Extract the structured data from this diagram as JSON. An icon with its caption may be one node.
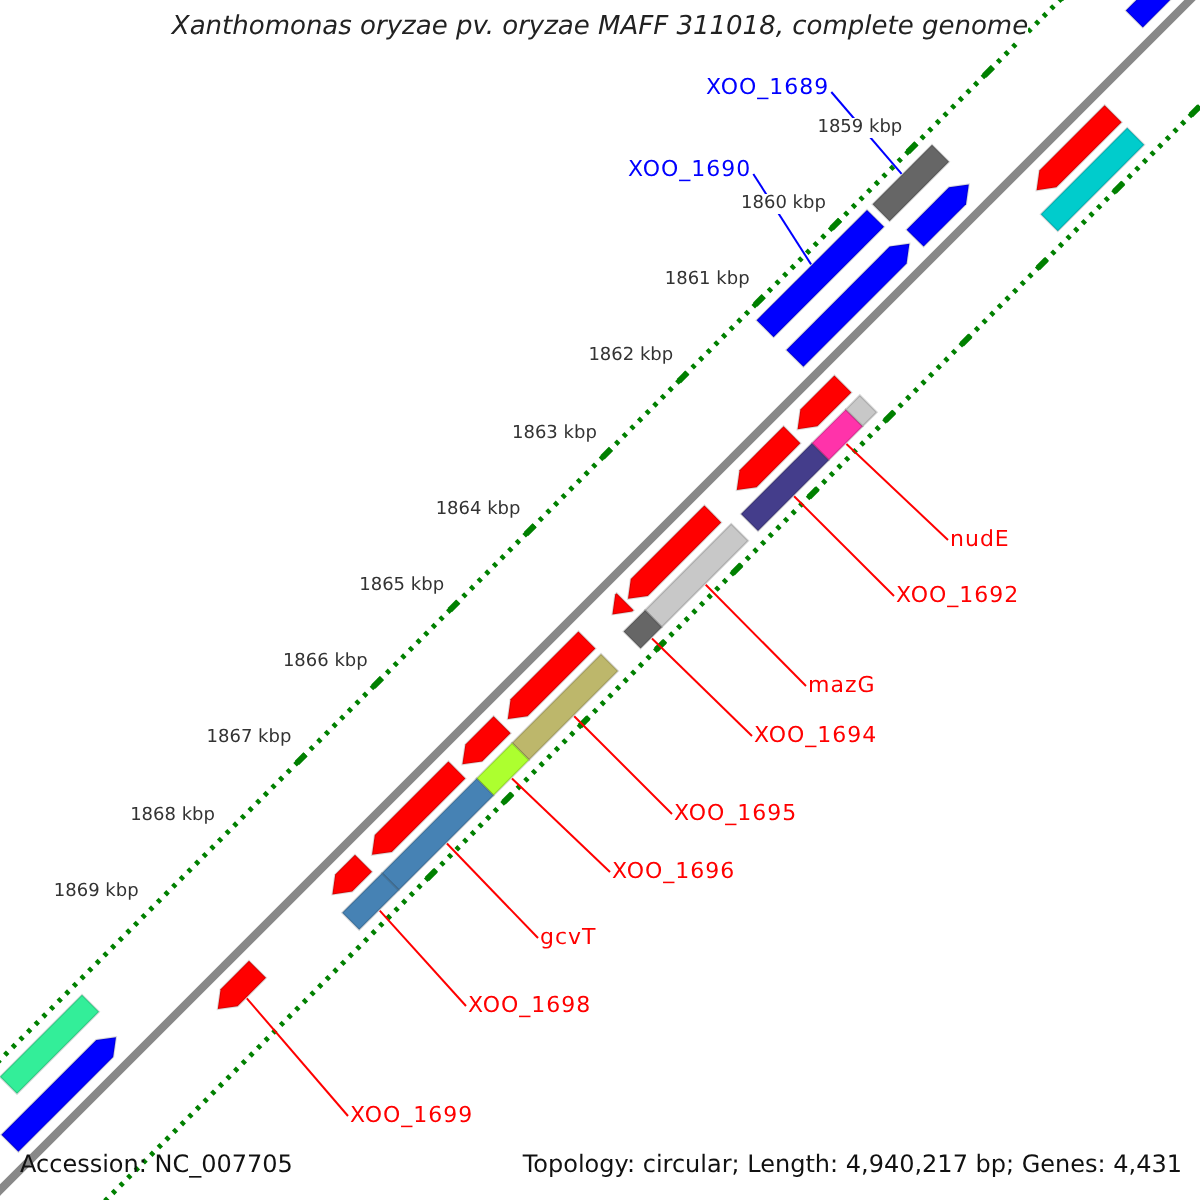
{
  "diagram": {
    "title": "Xanthomonas oryzae pv. oryzae MAFF 311018, complete genome",
    "nodes": [
      {
        "text": [
          "XOO_1689"
        ]
      },
      {
        "text": [],
        "shape": "bar"
      },
      {
        "text": [
          "XOO_1690"
        ]
      },
      {
        "text": [],
        "shape": "bar"
      },
      {
        "text": [
          "nudE"
        ]
      },
      {
        "text": [],
        "shape": "bar"
      },
      {
        "text": [
          "XOO_1692"
        ]
      },
      {
        "text": [],
        "shape": "bar"
      },
      {
        "text": [
          "mazG"
        ]
      },
      {
        "text": [],
        "shape": "bar"
      },
      {
        "text": [
          "XOO_1694"
        ]
      },
      {
        "text": [],
        "shape": "bar"
      },
      {
        "text": [
          "XOO_1695"
        ]
      },
      {
        "text": [],
        "shape": "bar"
      },
      {
        "text": [
          "XOO_1696"
        ]
      },
      {
        "text": [],
        "shape": "bar"
      },
      {
        "text": [
          "gcvT"
        ]
      },
      {
        "text": [],
        "shape": "bar"
      },
      {
        "text": [
          "XOO_1698"
        ]
      },
      {
        "text": [],
        "shape": "bar"
      },
      {
        "text": [
          "XOO_1699"
        ]
      },
      {
        "text": [],
        "shape": "arrow"
      },
      {
        "text": [],
        "shape": "arrow"
      },
      {
        "text": [],
        "shape": "arrow"
      },
      {
        "text": [],
        "shape": "bar"
      },
      {
        "text": [],
        "shape": "arrow"
      },
      {
        "text": [],
        "shape": "arrow"
      },
      {
        "text": [],
        "shape": "arrow"
      },
      {
        "text": [],
        "shape": "arrow"
      },
      {
        "text": [],
        "shape": "bar"
      },
      {
        "text": [],
        "shape": "arrow"
      },
      {
        "text": [],
        "shape": "arrow"
      },
      {
        "text": [],
        "shape": "arrow"
      },
      {
        "text": [],
        "shape": "arrow"
      },
      {
        "text": [],
        "shape": "arrow"
      },
      {
        "text": [],
        "shape": "arrow"
      },
      {
        "text": [],
        "shape": "bar"
      },
      {
        "text": [],
        "shape": "arrow"
      }
    ],
    "edges": [
      {
        "from": 0,
        "to": 1,
        "arrow": "none",
        "color": "#0000ff"
      },
      {
        "from": 2,
        "to": 3,
        "arrow": "none",
        "color": "#0000ff"
      },
      {
        "from": 4,
        "to": 5,
        "arrow": "none"
      },
      {
        "from": 6,
        "to": 7,
        "arrow": "none"
      },
      {
        "from": 8,
        "to": 9,
        "arrow": "none"
      },
      {
        "from": 10,
        "to": 11,
        "arrow": "none"
      },
      {
        "from": 12,
        "to": 13,
        "arrow": "none"
      },
      {
        "from": 14,
        "to": 15,
        "arrow": "none"
      },
      {
        "from": 16,
        "to": 17,
        "arrow": "none"
      },
      {
        "from": 18,
        "to": 19,
        "arrow": "none"
      },
      {
        "from": 20,
        "to": 21,
        "arrow": "none"
      }
    ],
    "labels": [
      "1859 kbp",
      "1860 kbp",
      "1861 kbp",
      "1862 kbp",
      "1863 kbp",
      "1864 kbp",
      "1865 kbp",
      "1866 kbp",
      "1867 kbp",
      "1868 kbp",
      "1869 kbp",
      "Accession: NC_007705",
      "Topology: circular; Length: 4,940,217 bp; Genes: 4,431"
    ]
  }
}
